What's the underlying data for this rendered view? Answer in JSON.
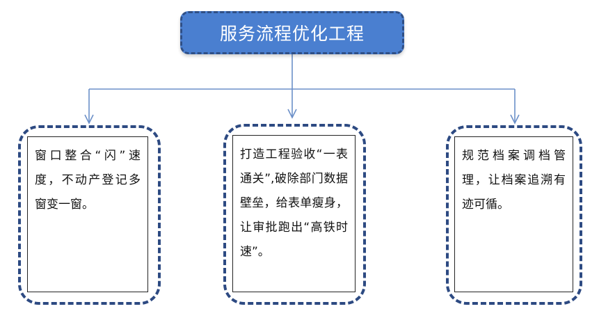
{
  "title": "服务流程优化工程",
  "cards": [
    {
      "text": "窗口整合“闪”速度，不动产登记多窗变一窗。"
    },
    {
      "text": "打造工程验收“一表通关”,破除部门数据壁垒，给表单瘦身，让审批跑出“高铁时速”。"
    },
    {
      "text": "规范档案调档管理，让档案追溯有迹可循。"
    }
  ],
  "colors": {
    "title_fill": "#4a7fd0",
    "title_border": "#2f4f86",
    "card_border": "#2d4a82",
    "connector": "#6b8fc8"
  }
}
